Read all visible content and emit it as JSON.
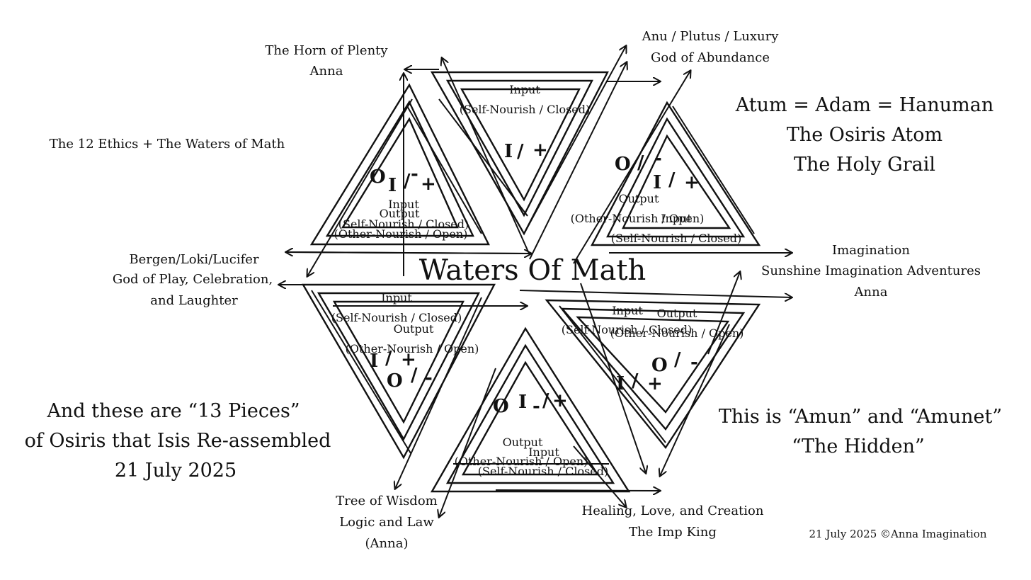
{
  "title": "Waters Of Math",
  "outer_labels": {
    "horn": [
      "The Horn of Plenty",
      "Anna"
    ],
    "anu": [
      "Anu / Plutus / Luxury",
      "God of Abundance"
    ],
    "ethics": "The 12 Ethics + The Waters of Math",
    "bergen": [
      "Bergen/Loki/Lucifer",
      "God of Play, Celebration,",
      "and Laughter"
    ],
    "imagination": [
      "Imagination",
      "Sunshine Imagination Adventures",
      "Anna"
    ],
    "tree": [
      "Tree of Wisdom",
      "Logic and Law",
      "(Anna)"
    ],
    "healing": [
      "Healing, Love, and Creation",
      "The Imp King"
    ]
  },
  "atum_block": [
    "Atum = Adam = Hanuman",
    "The Osiris Atom",
    "The Holy Grail"
  ],
  "pieces_block": [
    "And these are “13 Pieces”",
    "of Osiris that Isis Re-assembled",
    "21 July 2025"
  ],
  "amun_block": [
    "This is “Amun” and “Amunet”",
    "“The Hidden”"
  ],
  "signature": "21 July 2025 ©Anna Imagination",
  "segment_text": {
    "input": "Input",
    "output": "Output",
    "self": "(Self-Nourish / Closed)",
    "other": "(Other-Nourish / Open)"
  },
  "symbols": {
    "one": "I",
    "slash": "/",
    "plus": "+",
    "minus": "-",
    "zero": "O"
  }
}
